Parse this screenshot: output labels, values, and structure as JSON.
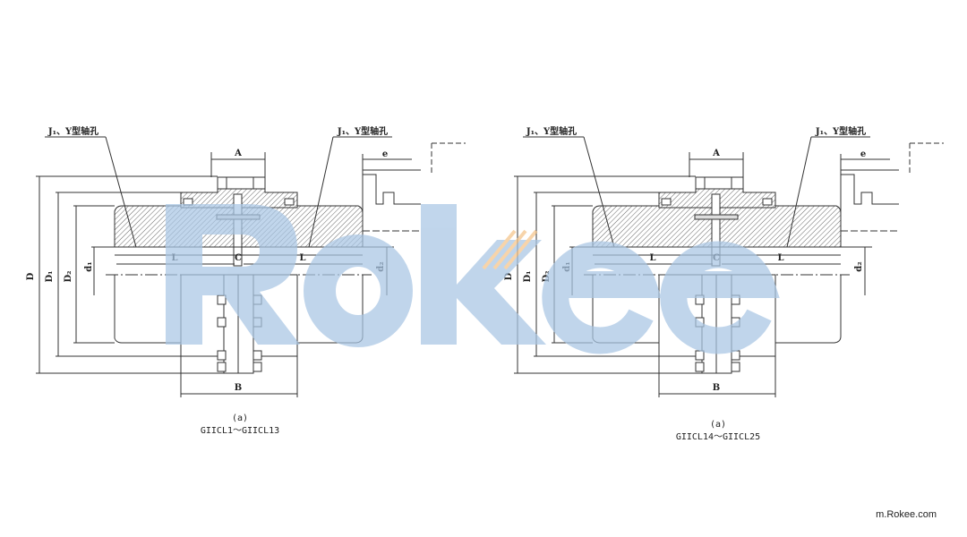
{
  "watermark": {
    "text": "Rokee",
    "color": "#a9c6e4",
    "stripe_color": "#f5c48a"
  },
  "drawings": [
    {
      "bore_label_left": "J₁、Y型轴孔",
      "bore_label_right": "J₁、Y型轴孔",
      "dims": {
        "A": "A",
        "B": "B",
        "C": "C",
        "L": "L",
        "D": "D",
        "D1": "D₁",
        "D2": "D₂",
        "d1": "d₁",
        "d2": "d₂",
        "e": "e"
      },
      "caption_view": "(a)",
      "caption_model": "GIICL1～GIICL13"
    },
    {
      "bore_label_left": "J₁、Y型轴孔",
      "bore_label_right": "J₁、Y型轴孔",
      "dims": {
        "A": "A",
        "B": "B",
        "C": "C",
        "L": "L",
        "D": "D",
        "D1": "D₁",
        "D2": "D₂",
        "d1": "d₁",
        "d2": "d₂",
        "e": "e"
      },
      "caption_view": "(a)",
      "caption_model": "GIICL14～GIICL25"
    }
  ],
  "footer": {
    "site": "m.Rokee.com"
  }
}
